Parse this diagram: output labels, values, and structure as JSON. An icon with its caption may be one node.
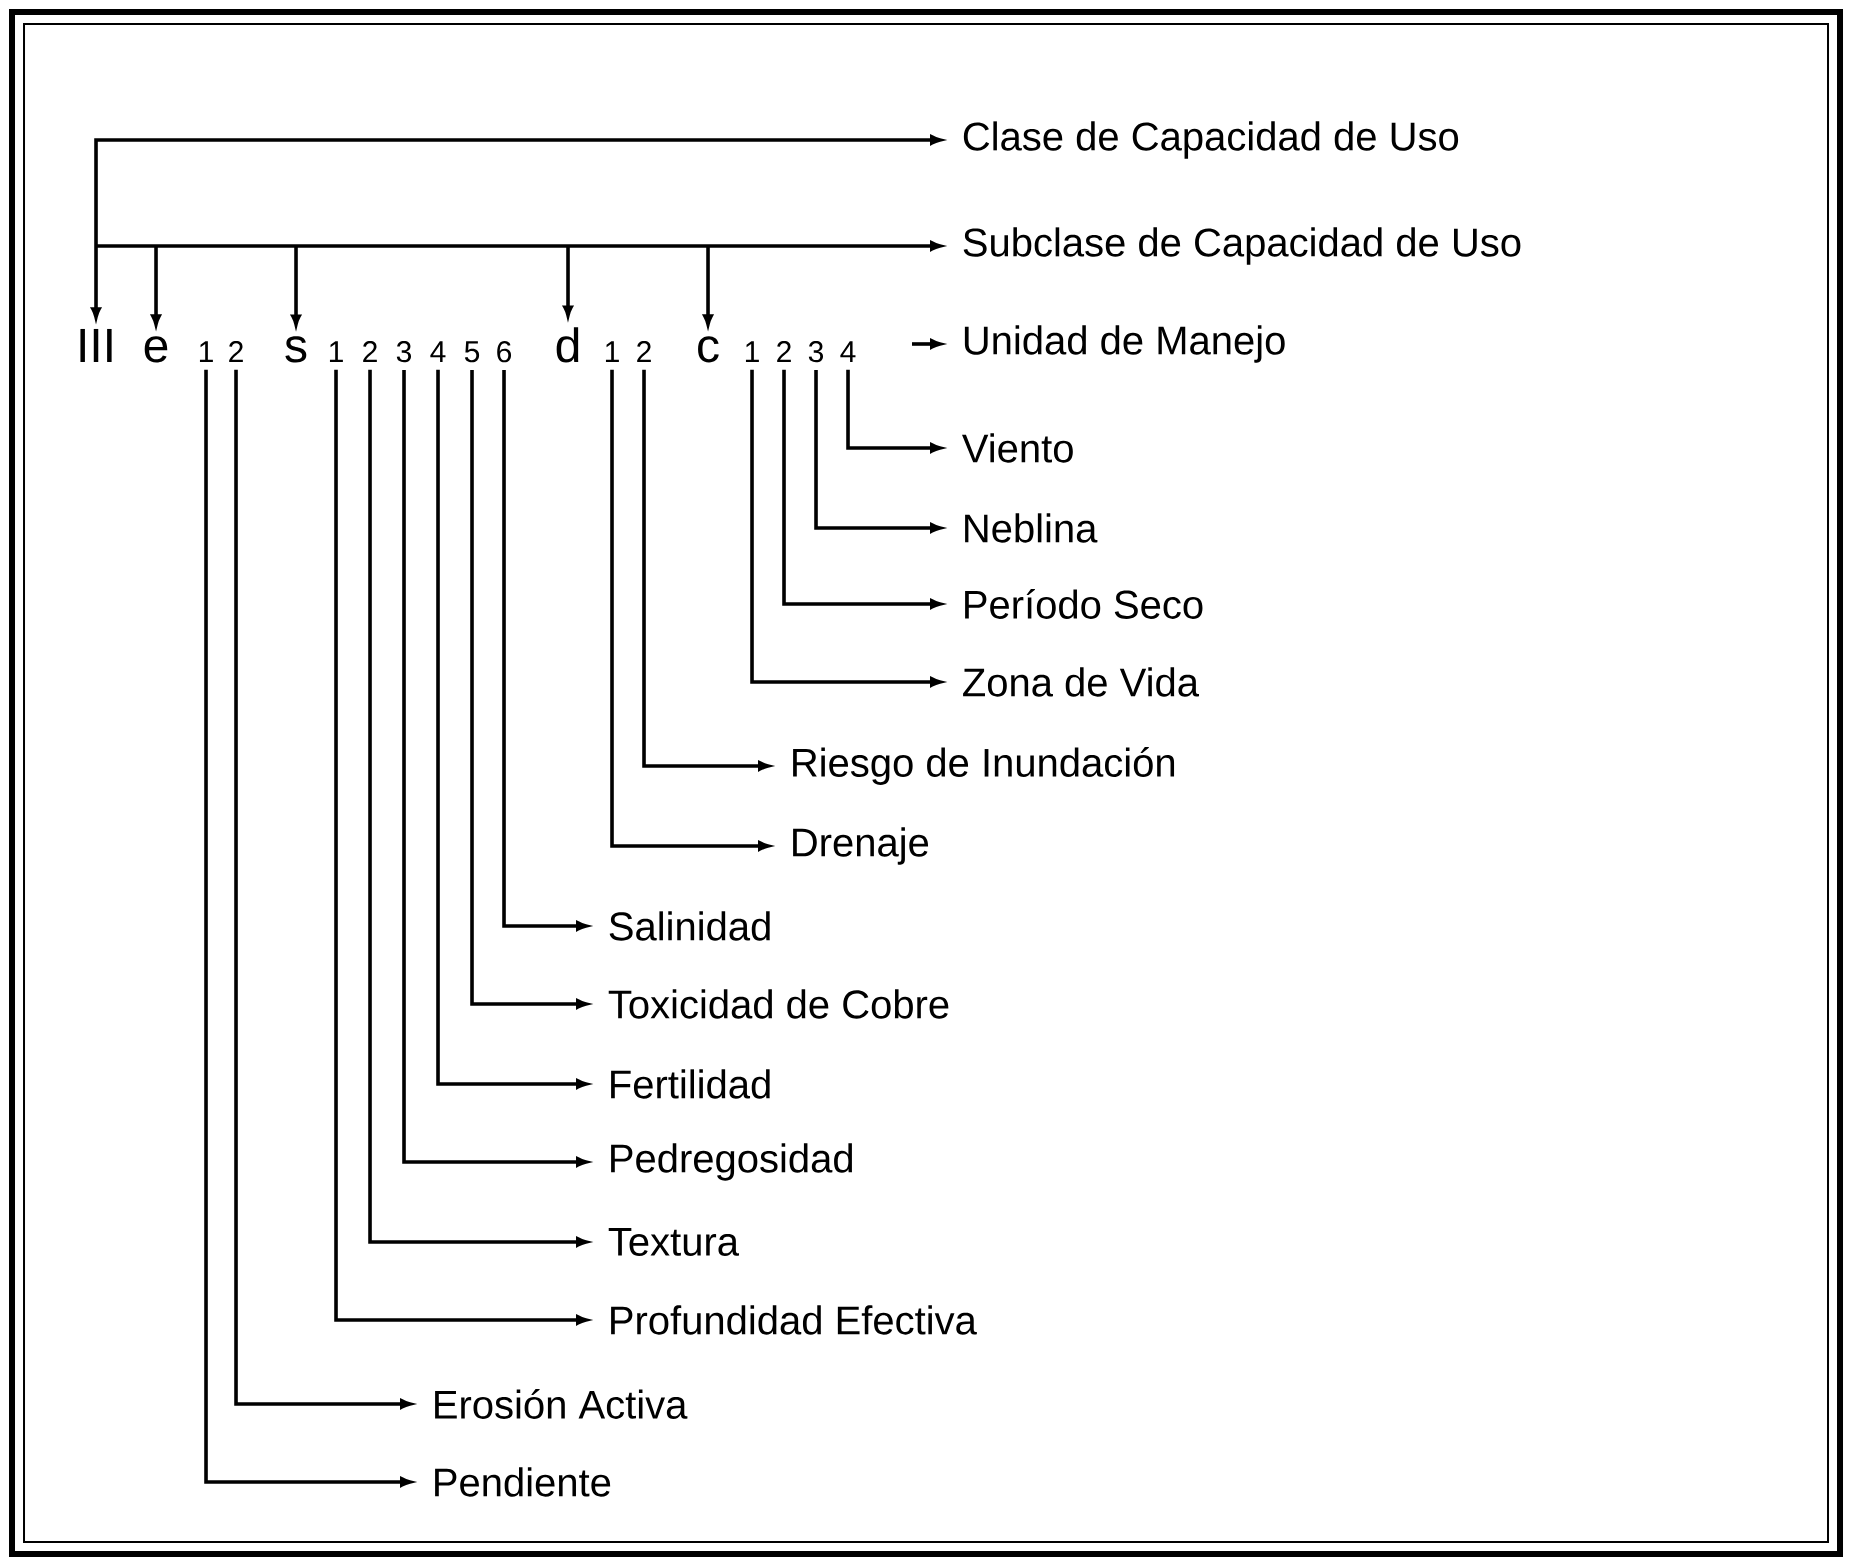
{
  "diagram": {
    "nodes": [
      {
        "text": [
          "Clase de Capacidad de Uso"
        ]
      },
      {
        "text": [
          "Subclase de Capacidad de Uso"
        ]
      },
      {
        "text": [
          "III"
        ]
      },
      {
        "text": [
          "e"
        ]
      },
      {
        "text": [
          "1"
        ]
      },
      {
        "text": [
          "2"
        ]
      },
      {
        "text": [
          "s"
        ]
      },
      {
        "text": [
          "1"
        ]
      },
      {
        "text": [
          "2"
        ]
      },
      {
        "text": [
          "3"
        ]
      },
      {
        "text": [
          "4"
        ]
      },
      {
        "text": [
          "5"
        ]
      },
      {
        "text": [
          "6"
        ]
      },
      {
        "text": [
          "d"
        ]
      },
      {
        "text": [
          "1"
        ]
      },
      {
        "text": [
          "2"
        ]
      },
      {
        "text": [
          "c"
        ]
      },
      {
        "text": [
          "1"
        ]
      },
      {
        "text": [
          "2"
        ]
      },
      {
        "text": [
          "3"
        ]
      },
      {
        "text": [
          "4"
        ]
      },
      {
        "text": [
          "Unidad de Manejo"
        ]
      },
      {
        "text": [
          "Viento"
        ]
      },
      {
        "text": [
          "Neblina"
        ]
      },
      {
        "text": [
          "Período Seco"
        ]
      },
      {
        "text": [
          "Zona de Vida"
        ]
      },
      {
        "text": [
          "Riesgo de Inundación"
        ]
      },
      {
        "text": [
          "Drenaje"
        ]
      },
      {
        "text": [
          "Salinidad"
        ]
      },
      {
        "text": [
          "Toxicidad de Cobre"
        ]
      },
      {
        "text": [
          "Fertilidad"
        ]
      },
      {
        "text": [
          "Pedregosidad"
        ]
      },
      {
        "text": [
          "Textura"
        ]
      },
      {
        "text": [
          "Profundidad Efectiva"
        ]
      },
      {
        "text": [
          "Erosión Activa"
        ]
      },
      {
        "text": [
          "Pendiente"
        ]
      }
    ],
    "edges": [
      {
        "from": 2,
        "to": 0,
        "arrow": "both"
      },
      {
        "from": 3,
        "to": 1,
        "arrow": "both"
      },
      {
        "from": 6,
        "to": 1,
        "arrow": "both"
      },
      {
        "from": 13,
        "to": 1,
        "arrow": "both"
      },
      {
        "from": 16,
        "to": 1,
        "arrow": "both"
      },
      {
        "from": null,
        "to": 21,
        "arrow": "to"
      },
      {
        "from": 20,
        "to": 22,
        "arrow": "to"
      },
      {
        "from": 19,
        "to": 23,
        "arrow": "to"
      },
      {
        "from": 18,
        "to": 24,
        "arrow": "to"
      },
      {
        "from": 17,
        "to": 25,
        "arrow": "to"
      },
      {
        "from": 15,
        "to": 26,
        "arrow": "to"
      },
      {
        "from": 14,
        "to": 27,
        "arrow": "to"
      },
      {
        "from": 12,
        "to": 28,
        "arrow": "to"
      },
      {
        "from": 11,
        "to": 29,
        "arrow": "to"
      },
      {
        "from": 10,
        "to": 30,
        "arrow": "to"
      },
      {
        "from": 9,
        "to": 31,
        "arrow": "to"
      },
      {
        "from": 8,
        "to": 32,
        "arrow": "to"
      },
      {
        "from": 7,
        "to": 33,
        "arrow": "to"
      },
      {
        "from": 5,
        "to": 34,
        "arrow": "to"
      },
      {
        "from": 4,
        "to": 35,
        "arrow": "to"
      }
    ]
  }
}
